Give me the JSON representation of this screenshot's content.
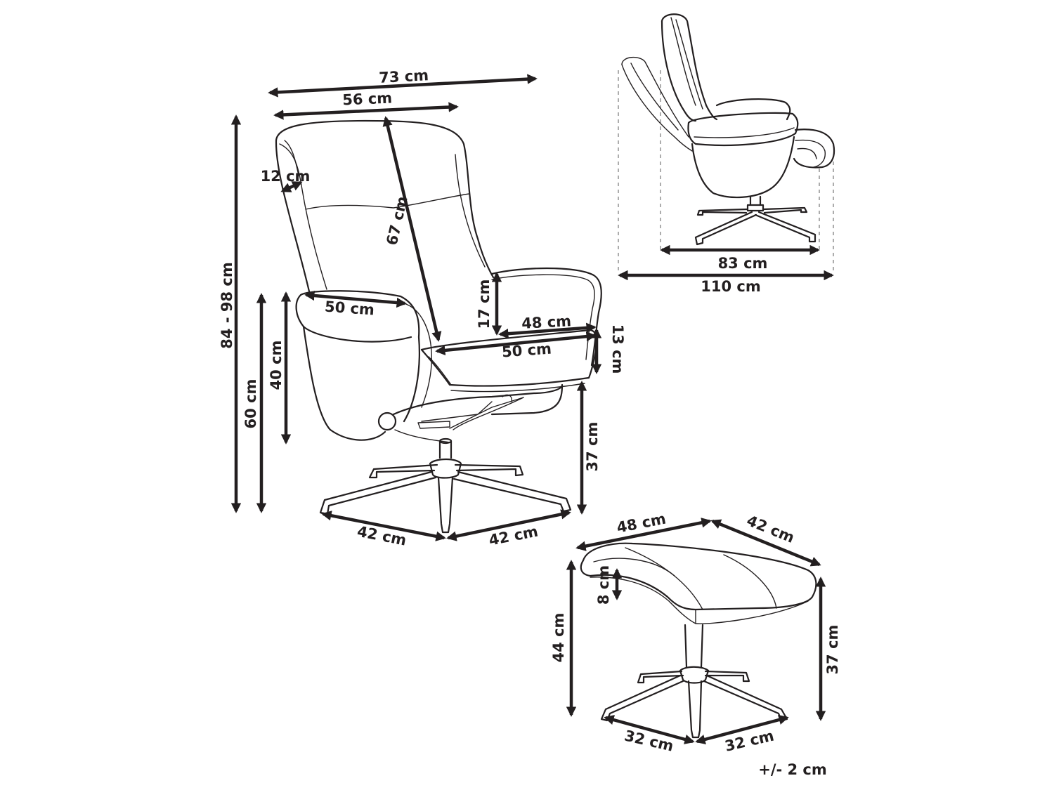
{
  "diagram": {
    "chair": {
      "overall_width": "73 cm",
      "backrest_width": "56 cm",
      "side_depth": "12 cm",
      "backrest_height": "67 cm",
      "total_height": "84 - 98 cm",
      "armrest_height": "60 cm",
      "seat_height_side": "40 cm",
      "armrest_depth": "50 cm",
      "armrest_rise": "17 cm",
      "seat_width": "48 cm",
      "seat_depth": "50 cm",
      "seat_thickness": "13 cm",
      "seat_floor_height": "37 cm",
      "base_left": "42 cm",
      "base_right": "42 cm"
    },
    "reclined": {
      "inner_depth": "83 cm",
      "outer_depth": "110 cm"
    },
    "ottoman": {
      "width": "48 cm",
      "depth": "42 cm",
      "cushion": "8 cm",
      "height": "44 cm",
      "leg_height": "37 cm",
      "base_left": "32 cm",
      "base_right": "32 cm"
    },
    "tolerance": "+/- 2 cm"
  }
}
